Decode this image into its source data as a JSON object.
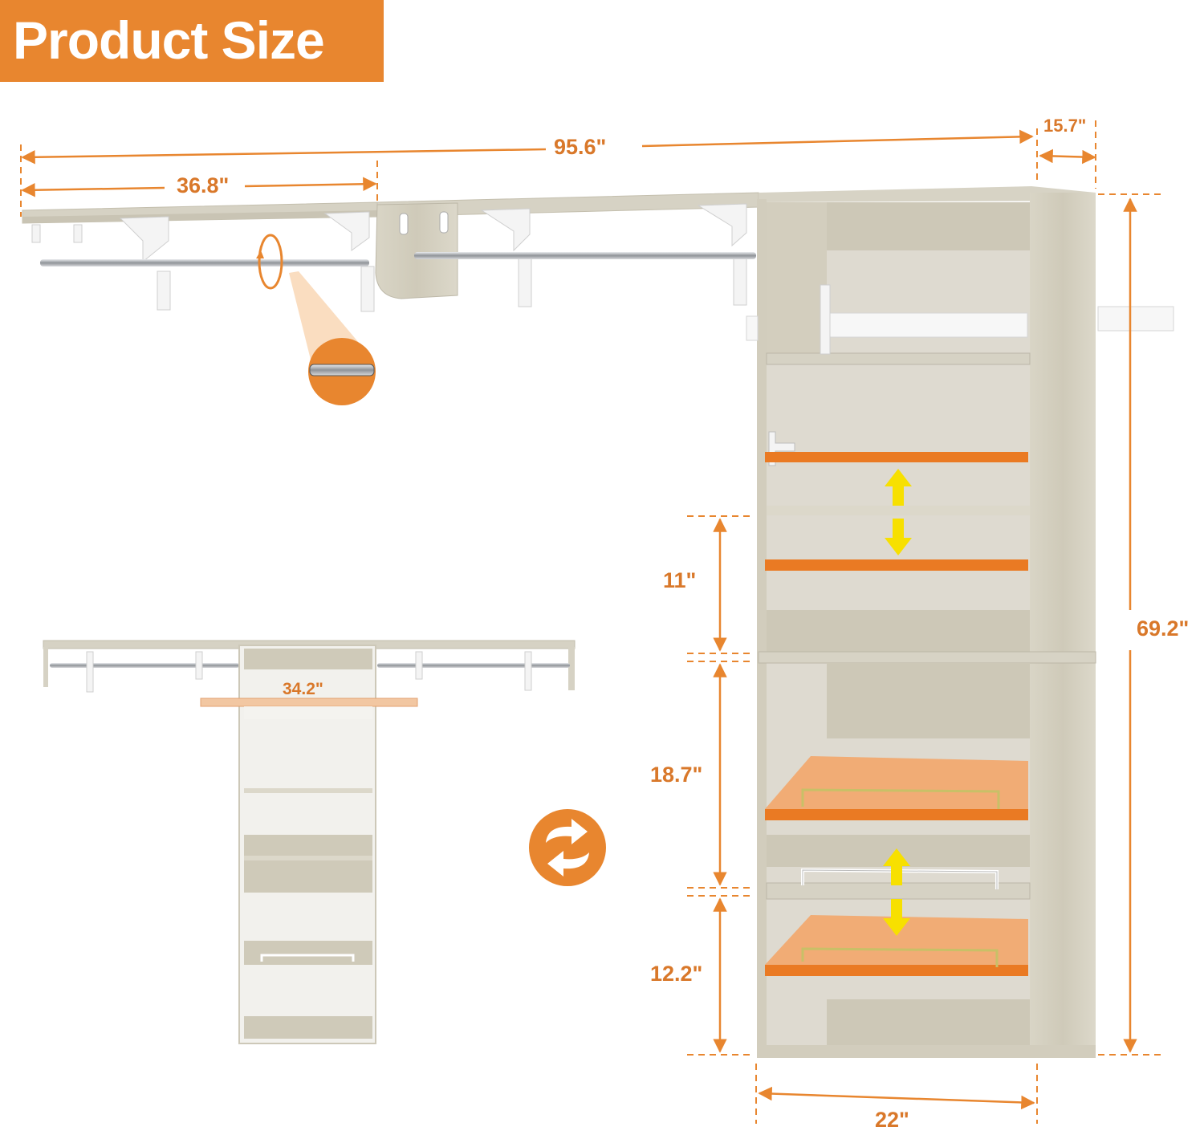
{
  "title": "Product Size",
  "colors": {
    "accent": "#e8862f",
    "wood": "#d8d4c6",
    "shelf_highlight": "#ea7a23",
    "arrow": "#f7e000",
    "rod": "#b9bcc0"
  },
  "dimensions": {
    "total_width": "95.6\"",
    "left_section_width": "36.8\"",
    "depth": "15.7\"",
    "height": "69.2\"",
    "base_width": "22\"",
    "shelf_gap_top": "11\"",
    "shelf_gap_middle": "18.7\"",
    "shelf_gap_bottom": "12.2\"",
    "alt_layout_width": "34.2\""
  },
  "icons": {
    "swap": "swap-arrows-icon",
    "rod_zoom": "rod-detail-zoom-icon"
  }
}
